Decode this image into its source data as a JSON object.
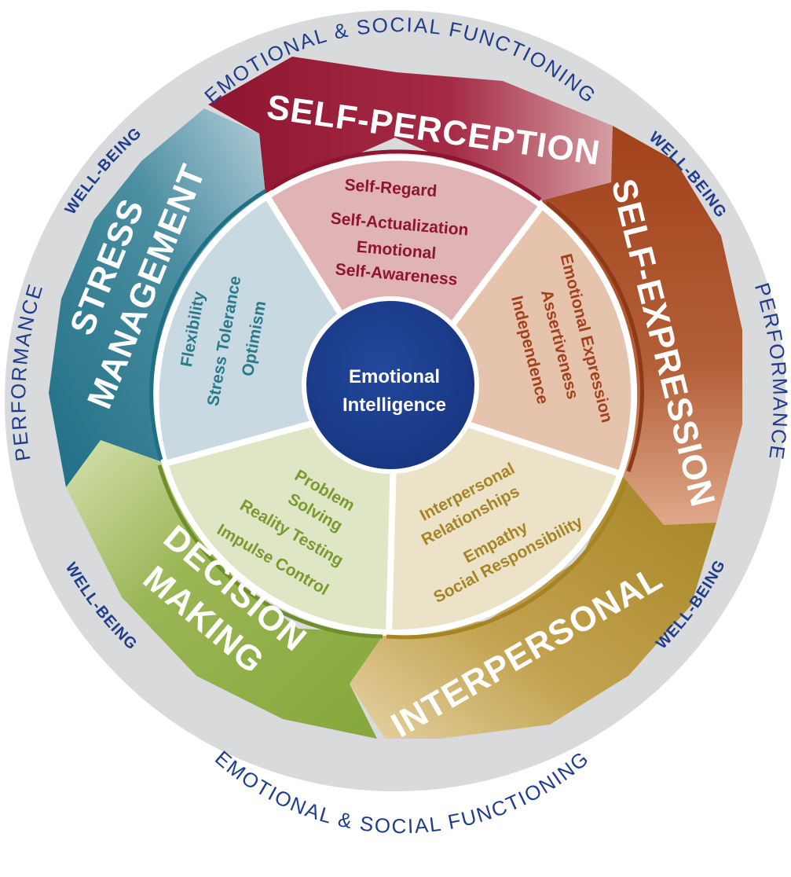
{
  "center": {
    "line1": "Emotional",
    "line2": "Intelligence"
  },
  "outer_ring": {
    "top": "EMOTIONAL & SOCIAL FUNCTIONING",
    "bottom": "EMOTIONAL & SOCIAL FUNCTIONING",
    "left": "PERFORMANCE",
    "right": "PERFORMANCE",
    "wellbeing_upper_left": "WELL-BEING",
    "wellbeing_upper_right": "WELL-BEING",
    "wellbeing_lower_left": "WELL-BEING",
    "wellbeing_lower_right": "WELL-BEING"
  },
  "domains": {
    "self_perception": {
      "title": "SELF-PERCEPTION",
      "color": "#9c1a36",
      "subscales": [
        "Self-Regard",
        "Self-Actualization",
        "Emotional",
        "Self-Awareness"
      ]
    },
    "self_expression": {
      "title": "SELF-EXPRESSION",
      "color": "#a5451f",
      "subscales": [
        "Emotional Expression",
        "Assertiveness",
        "Independence"
      ]
    },
    "interpersonal": {
      "title": "INTERPERSONAL",
      "color": "#b88f2c",
      "subscales": [
        "Interpersonal",
        "Relationships",
        "Empathy",
        "Social Responsibility"
      ]
    },
    "decision_making": {
      "title_line1": "DECISION",
      "title_line2": "MAKING",
      "color": "#8aa83c",
      "subscales": [
        "Problem",
        "Solving",
        "Reality Testing",
        "Impulse Control"
      ]
    },
    "stress_management": {
      "title_line1": "STRESS",
      "title_line2": "MANAGEMENT",
      "color": "#2a7a8c",
      "subscales": [
        "Flexibility",
        "Stress Tolerance",
        "Optimism"
      ]
    }
  },
  "colors": {
    "outer_ring": "#d9dadc",
    "center": "#1a3a8a",
    "ring_text": "#1f3d8c"
  }
}
